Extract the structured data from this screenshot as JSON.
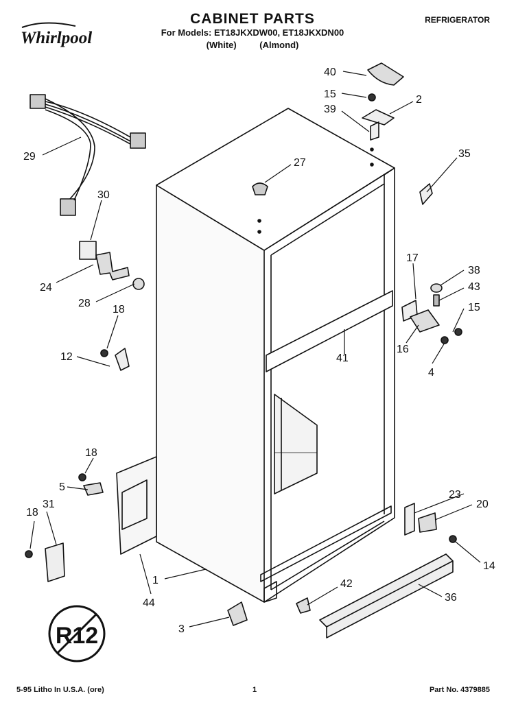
{
  "header": {
    "title": "CABINET PARTS",
    "models": "For Models: ET18JKXDW00, ET18JKXDN00",
    "colors": "(White)   (Almond)",
    "category": "REFRIGERATOR",
    "brand": "Whirlpool"
  },
  "footer": {
    "litho": "5-95 Litho In U.S.A. (ore)",
    "page": "1",
    "part_no": "Part No. 4379885"
  },
  "callouts": [
    "40",
    "15",
    "2",
    "39",
    "35",
    "27",
    "29",
    "30",
    "24",
    "28",
    "18",
    "12",
    "17",
    "38",
    "43",
    "15",
    "16",
    "4",
    "41",
    "18",
    "5",
    "31",
    "18",
    "23",
    "20",
    "14",
    "42",
    "36",
    "1",
    "44",
    "3"
  ],
  "stamp": "R12"
}
